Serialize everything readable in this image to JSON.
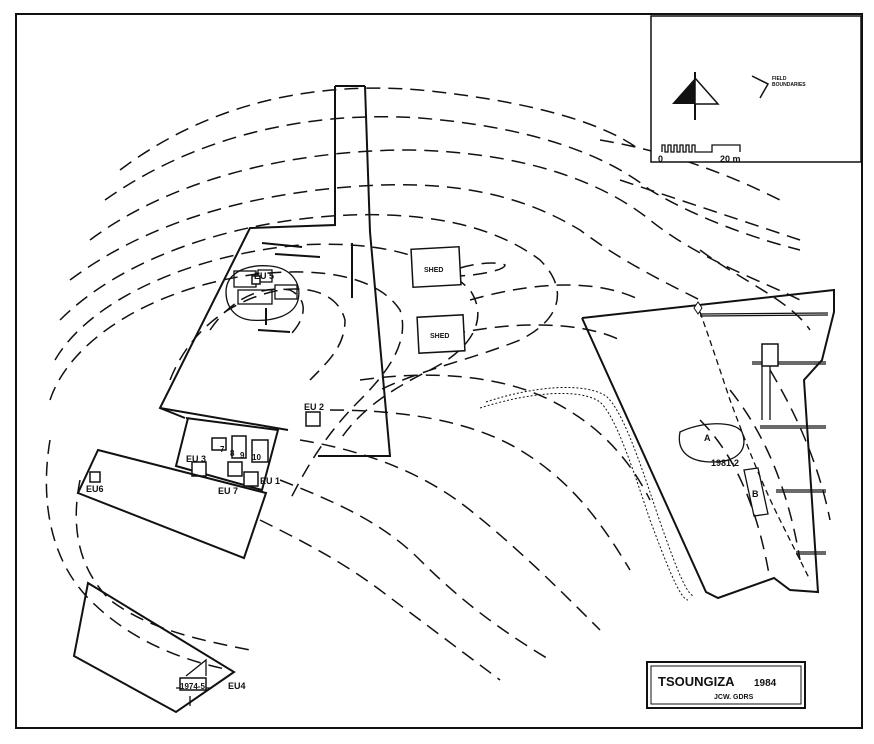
{
  "map": {
    "legend": {
      "field_boundaries_label_1": "FIELD",
      "field_boundaries_label_2": "BOUNDARIES",
      "scale_zero": "0",
      "scale_end": "20 m"
    },
    "title_box": {
      "title": "TSOUNGIZA",
      "year": "1984",
      "credit": "JCW. GDRS"
    },
    "structures": {
      "shed_1": "SHED",
      "shed_2": "SHED"
    },
    "areas": {
      "a": "A",
      "b": "B",
      "season_1981": "1981-2"
    },
    "excavation_units": {
      "eu1": "EU 1",
      "eu2": "EU 2",
      "eu3": "EU 3",
      "eu4": "EU4",
      "eu5": "EU 5",
      "eu6": "EU6",
      "eu7": "EU 7",
      "t7": "7",
      "t8": "8",
      "t9": "9",
      "t10": "10",
      "season_1974": "1974-5"
    }
  }
}
